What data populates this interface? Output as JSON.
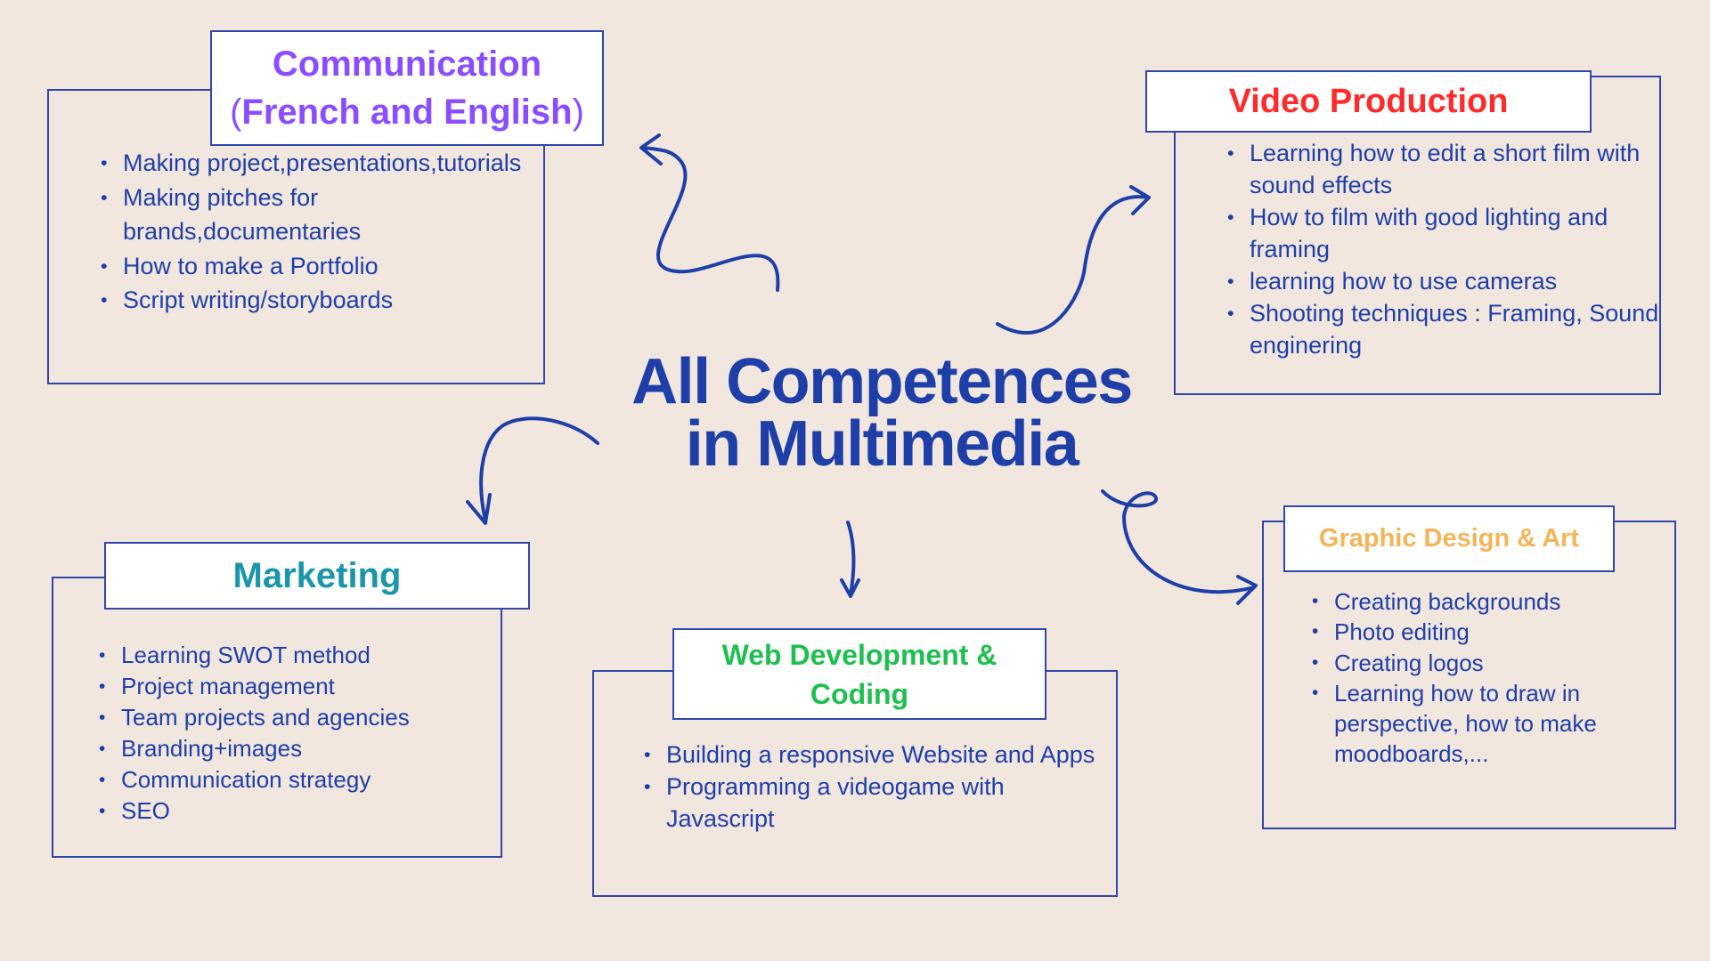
{
  "title": {
    "line1": "All Competences",
    "line2": "in Multimedia"
  },
  "colors": {
    "background": "#f1e7df",
    "border": "#2f47a8",
    "text": "#1f3fa8",
    "communication": "#8a4dff",
    "video": "#ff2a2a",
    "marketing": "#1b96a8",
    "web": "#1fbf4f",
    "graphic": "#f4b458"
  },
  "communication": {
    "heading_line1": "Communication",
    "heading_paren_open": "(",
    "heading_line2": "French and English",
    "heading_paren_close": ")",
    "items": [
      "Making project,presentations,tutorials",
      "Making pitches for brands,documentaries",
      "How to make a Portfolio",
      "Script writing/storyboards"
    ]
  },
  "video": {
    "heading": "Video Production",
    "items": [
      "Learning how to edit a short film with sound effects",
      "How to film with good lighting and framing",
      "learning how to use cameras",
      "Shooting techniques : Framing, Sound enginering"
    ]
  },
  "marketing": {
    "heading": "Marketing",
    "items": [
      "Learning SWOT method",
      "Project management",
      "Team projects and agencies",
      "Branding+images",
      "Communication strategy",
      "SEO"
    ]
  },
  "web": {
    "heading_line1": "Web Development &",
    "heading_line2": "Coding",
    "items": [
      "Building a responsive Website and Apps",
      "Programming a videogame with Javascript"
    ]
  },
  "graphic": {
    "heading": "Graphic Design & Art",
    "items": [
      "Creating backgrounds",
      "Photo editing",
      "Creating logos",
      "Learning how to draw in perspective, how to make moodboards,..."
    ]
  }
}
